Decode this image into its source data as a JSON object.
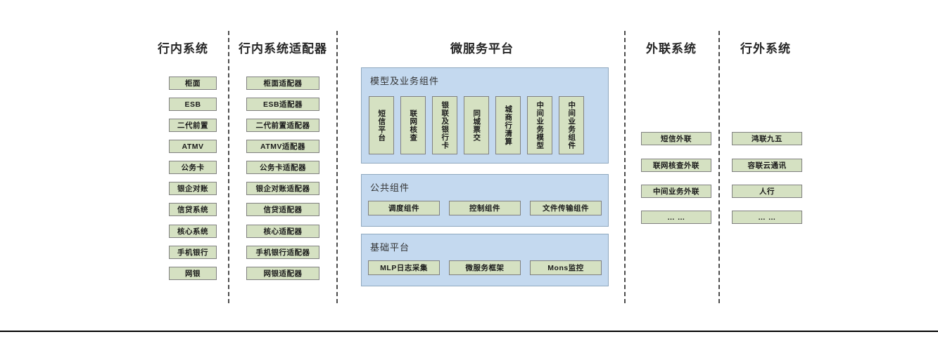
{
  "diagram": {
    "columns": [
      {
        "id": "inhouse",
        "title": "行内系统",
        "items": [
          {
            "label": "柜面"
          },
          {
            "label": "ESB"
          },
          {
            "label": "二代前置"
          },
          {
            "label": "ATMV"
          },
          {
            "label": "公务卡"
          },
          {
            "label": "银企对账"
          },
          {
            "label": "信贷系统"
          },
          {
            "label": "核心系统"
          },
          {
            "label": "手机银行"
          },
          {
            "label": "网银"
          }
        ]
      },
      {
        "id": "adapter",
        "title": "行内系统适配器",
        "items": [
          {
            "label": "柜面适配器"
          },
          {
            "label": "ESB适配器"
          },
          {
            "label": "二代前置适配器"
          },
          {
            "label": "ATMV适配器"
          },
          {
            "label": "公务卡适配器"
          },
          {
            "label": "银企对账适配器"
          },
          {
            "label": "信贷适配器"
          },
          {
            "label": "核心适配器"
          },
          {
            "label": "手机银行适配器"
          },
          {
            "label": "网银适配器"
          }
        ]
      },
      {
        "id": "microservice",
        "title": "微服务平台",
        "panels": [
          {
            "id": "business-components",
            "title": "模型及业务组件",
            "items": [
              {
                "label": "短信平台"
              },
              {
                "label": "联网核查"
              },
              {
                "label": "银联及银行卡"
              },
              {
                "label": "同城票交"
              },
              {
                "label": "城商行清算"
              },
              {
                "label": "中间业务模型"
              },
              {
                "label": "中间业务组件"
              }
            ]
          },
          {
            "id": "public-components",
            "title": "公共组件",
            "items": [
              {
                "label": "调度组件"
              },
              {
                "label": "控制组件"
              },
              {
                "label": "文件传输组件"
              }
            ]
          },
          {
            "id": "base-platform",
            "title": "基础平台",
            "items": [
              {
                "label": "MLP日志采集"
              },
              {
                "label": "微服务框架"
              },
              {
                "label": "Mons监控"
              }
            ]
          }
        ]
      },
      {
        "id": "external-link",
        "title": "外联系统",
        "items": [
          {
            "label": "短信外联"
          },
          {
            "label": "联网核查外联"
          },
          {
            "label": "中间业务外联"
          },
          {
            "label": "… …"
          }
        ]
      },
      {
        "id": "outbank",
        "title": "行外系统",
        "items": [
          {
            "label": "鸿联九五"
          },
          {
            "label": "容联云通讯"
          },
          {
            "label": "人行"
          },
          {
            "label": "… …"
          }
        ]
      }
    ],
    "colors": {
      "node_fill": "#d5e1c2",
      "node_border": "#808080",
      "panel_fill": "#c4d9ef",
      "panel_border": "#8fa8bf",
      "divider": "#4d4d4d",
      "text": "#1a1a1a"
    }
  }
}
